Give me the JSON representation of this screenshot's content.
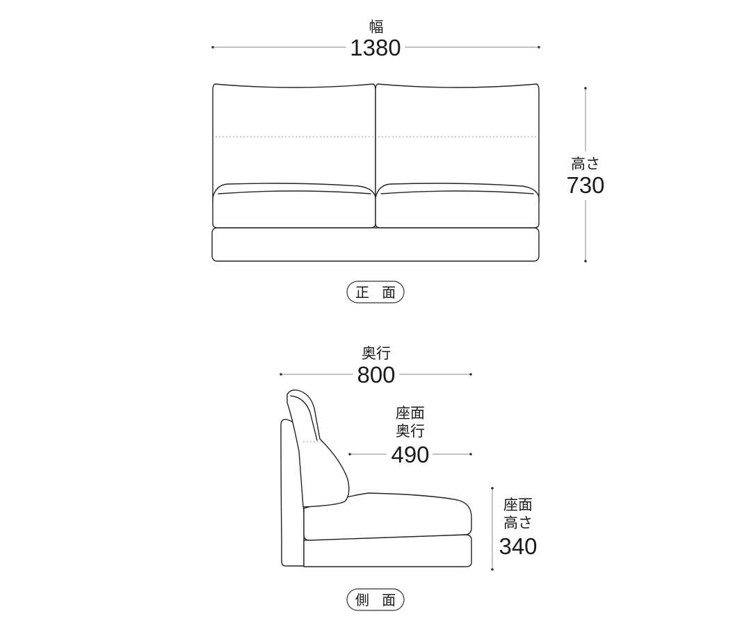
{
  "front_view": {
    "width_label": "幅",
    "width_value": "1380",
    "height_label": "高さ",
    "height_value": "730",
    "view_name": "正 面"
  },
  "side_view": {
    "depth_label": "奥行",
    "depth_value": "800",
    "seat_depth_label_line1": "座面",
    "seat_depth_label_line2": "奥行",
    "seat_depth_value": "490",
    "seat_height_label_line1": "座面",
    "seat_height_label_line2": "高さ",
    "seat_height_value": "340",
    "view_name": "側 面"
  }
}
